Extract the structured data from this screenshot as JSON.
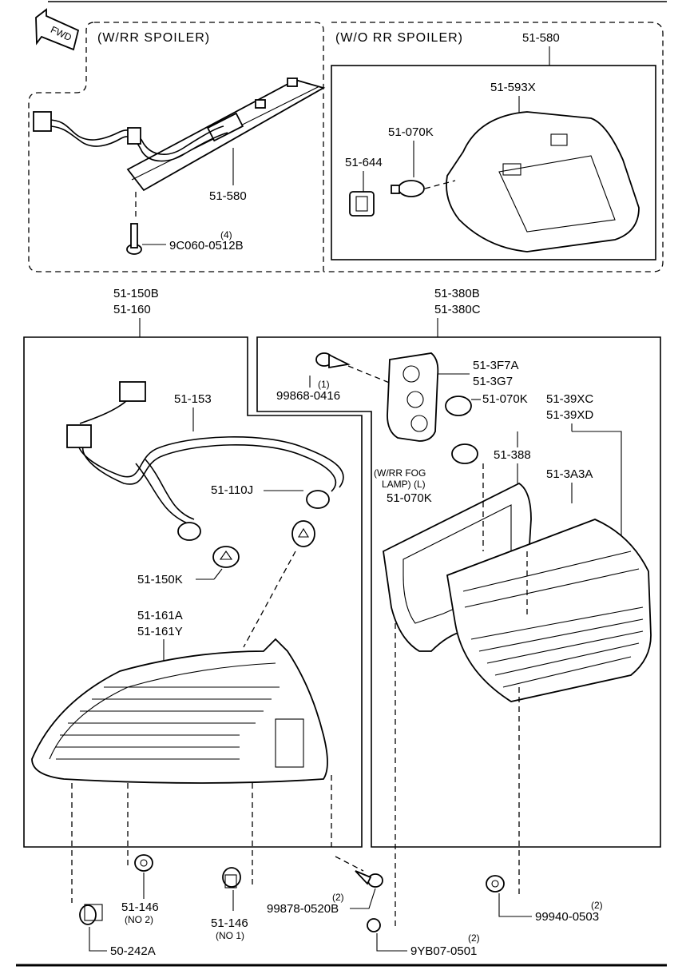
{
  "header": {
    "fwd": "FWD",
    "with_spoiler": "(W/RR SPOILER)",
    "without_spoiler": "(W/O RR SPOILER)"
  },
  "parts": {
    "p_51_580_top": "51-580",
    "p_51_593x": "51-593X",
    "p_51_070k_a": "51-070K",
    "p_51_644": "51-644",
    "p_51_580_left": "51-580",
    "qty_4": "(4)",
    "p_9c060": "9C060-0512B",
    "p_51_150b": "51-150B",
    "p_51_160": "51-160",
    "p_51_380b": "51-380B",
    "p_51_380c": "51-380C",
    "qty_1": "(1)",
    "p_99868": "99868-0416",
    "p_51_3f7a": "51-3F7A",
    "p_51_3g7": "51-3G7",
    "p_51_070k_b": "51-070K",
    "p_51_39xc": "51-39XC",
    "p_51_39xd": "51-39XD",
    "fog_note_1": "(W/RR  FOG",
    "fog_note_2": "LAMP)  (L)",
    "p_51_070k_c": "51-070K",
    "p_51_388": "51-388",
    "p_51_3a3a": "51-3A3A",
    "p_51_153": "51-153",
    "p_51_110j": "51-110J",
    "p_51_150k": "51-150K",
    "p_51_161a": "51-161A",
    "p_51_161y": "51-161Y",
    "p_51_146_no2": "51-146",
    "note_no2": "(NO 2)",
    "qty_2a": "(2)",
    "p_99878": "99878-0520B",
    "p_51_146_no1": "51-146",
    "note_no1": "(NO 1)",
    "qty_2b": "(2)",
    "p_99940": "99940-0503",
    "p_50_242a": "50-242A",
    "qty_2c": "(2)",
    "p_9yb07": "9YB07-0501"
  }
}
